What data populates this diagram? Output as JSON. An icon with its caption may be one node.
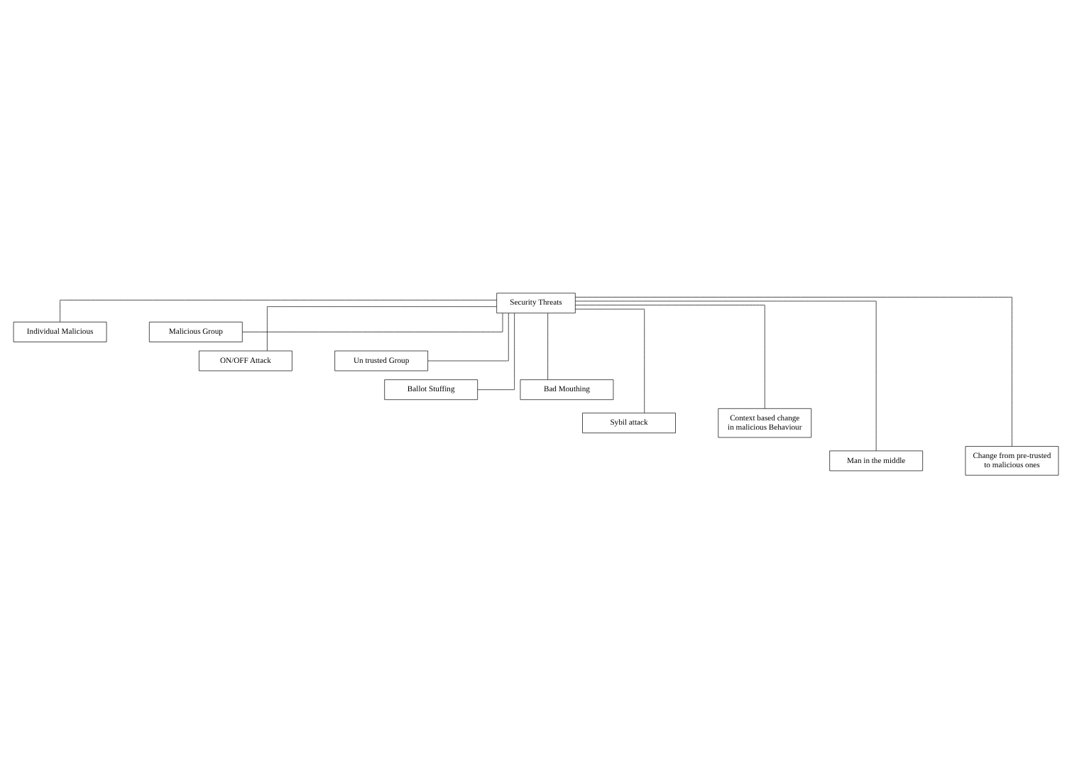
{
  "diagram": {
    "nodes": [
      {
        "text": [
          "Security Threats"
        ]
      },
      {
        "text": [
          "Individual Malicious"
        ]
      },
      {
        "text": [
          "Malicious Group"
        ]
      },
      {
        "text": [
          "ON/OFF Attack"
        ]
      },
      {
        "text": [
          "Un trusted Group"
        ]
      },
      {
        "text": [
          "Ballot Stuffing"
        ]
      },
      {
        "text": [
          "Bad Mouthing"
        ]
      },
      {
        "text": [
          "Sybil attack"
        ]
      },
      {
        "text": [
          "Context based change in malicious Behaviour"
        ]
      },
      {
        "text": [
          "Man in the middle"
        ]
      },
      {
        "text": [
          "Change from pre-trusted to malicious ones"
        ]
      }
    ],
    "edges": [
      {
        "from": 0,
        "to": 1,
        "arrow": "none"
      },
      {
        "from": 0,
        "to": 2,
        "arrow": "none"
      },
      {
        "from": 0,
        "to": 3,
        "arrow": "none"
      },
      {
        "from": 0,
        "to": 4,
        "arrow": "none"
      },
      {
        "from": 0,
        "to": 5,
        "arrow": "none"
      },
      {
        "from": 0,
        "to": 6,
        "arrow": "none"
      },
      {
        "from": 0,
        "to": 7,
        "arrow": "none"
      },
      {
        "from": 0,
        "to": 8,
        "arrow": "none"
      },
      {
        "from": 0,
        "to": 9,
        "arrow": "none"
      },
      {
        "from": 0,
        "to": 10,
        "arrow": "none"
      }
    ]
  }
}
